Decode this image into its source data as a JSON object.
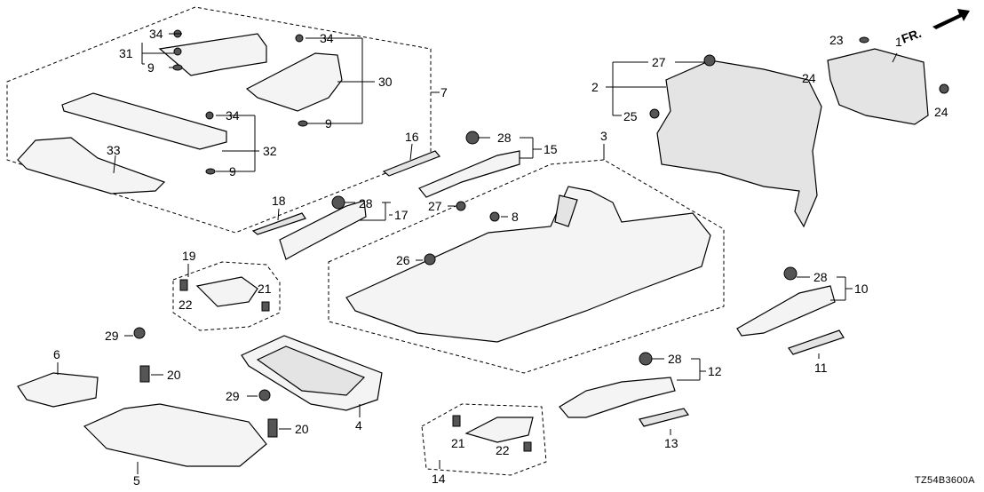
{
  "diagram": {
    "part_labels": [
      "1",
      "2",
      "3",
      "4",
      "5",
      "6",
      "7",
      "8",
      "9",
      "10",
      "11",
      "12",
      "13",
      "14",
      "15",
      "16",
      "17",
      "18",
      "19",
      "20",
      "21",
      "22",
      "23",
      "24",
      "25",
      "26",
      "27",
      "28",
      "29",
      "30",
      "31",
      "32",
      "33",
      "34"
    ],
    "callouts": {
      "n9a": "9",
      "n9b": "9",
      "n9c": "9",
      "n20a": "20",
      "n20b": "20",
      "n21a": "21",
      "n21b": "21",
      "n22a": "22",
      "n22b": "22",
      "n24a": "24",
      "n24b": "24",
      "n27a": "27",
      "n27b": "27",
      "n28a": "28",
      "n28b": "28",
      "n28c": "28",
      "n28d": "28",
      "n29a": "29",
      "n29b": "29",
      "n34a": "34",
      "n34b": "34",
      "n34c": "34"
    },
    "direction_label": "FR.",
    "diagram_code": "TZ54B3600A"
  }
}
